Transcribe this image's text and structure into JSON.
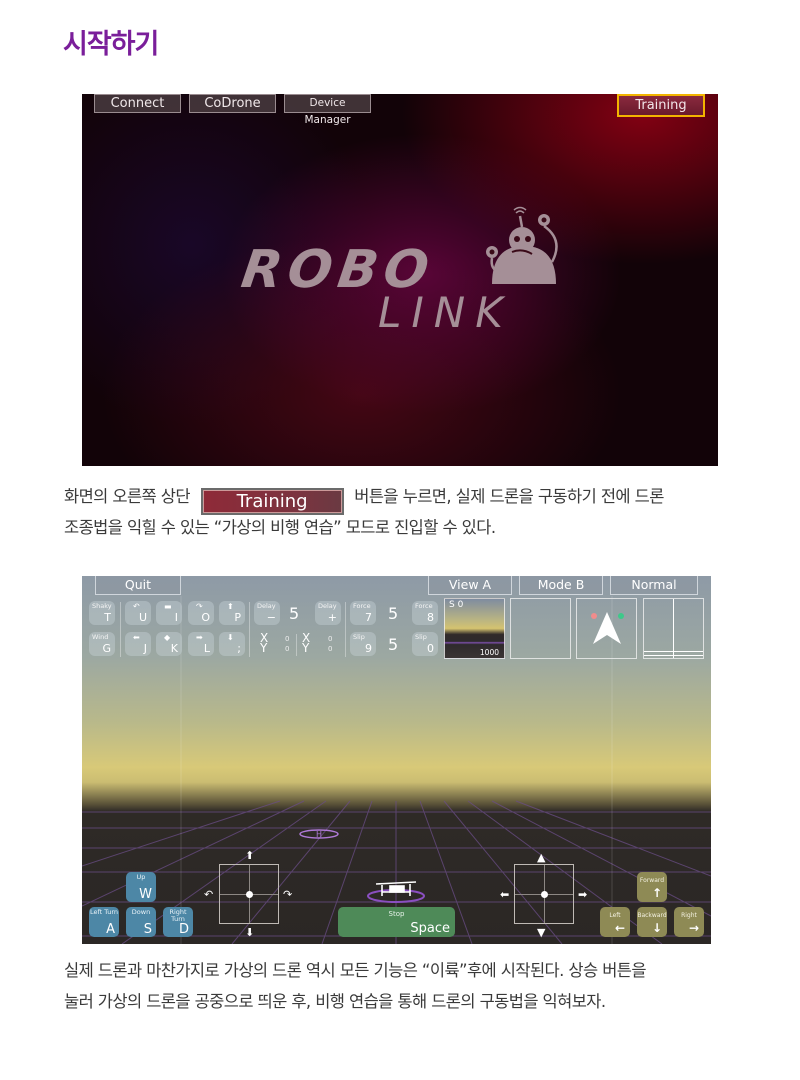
{
  "heading": "시작하기",
  "screen1": {
    "top_buttons": [
      "Connect",
      "CoDrone",
      "Device Manager"
    ],
    "training_button": "Training",
    "highlight_color": "#f2b400",
    "logo": {
      "line1": "ROBO",
      "line2": "LINK"
    }
  },
  "paragraph1": {
    "line1_before": "화면의 오른쪽 상단",
    "inline_button": "Training",
    "line1_after": "버튼을 누르면, 실제 드론을 구동하기 전에 드론",
    "line2": "조종법을 익힐 수 있는 “가상의 비행 연습”  모드로 진입할 수 있다."
  },
  "screen2": {
    "quit_label": "Quit",
    "tabs": [
      "View A",
      "Mode B",
      "Normal"
    ],
    "keys_row1": [
      {
        "label": "Shaky",
        "key": "T"
      },
      {
        "label": "",
        "key": "U",
        "icon": "turn-left-icon"
      },
      {
        "label": "",
        "key": "I",
        "icon": "flat-icon"
      },
      {
        "label": "",
        "key": "O",
        "icon": "turn-right-icon"
      },
      {
        "label": "",
        "key": "P",
        "icon": "up-arrow-icon"
      },
      {
        "label": "Delay",
        "key": "−"
      },
      {
        "label": "Delay",
        "key": "+"
      },
      {
        "label": "Force",
        "key": "7"
      },
      {
        "label": "Force",
        "key": "8"
      }
    ],
    "keys_row2": [
      {
        "label": "Wind",
        "key": "G"
      },
      {
        "label": "",
        "key": "J",
        "icon": "left-arrow-icon"
      },
      {
        "label": "",
        "key": "K",
        "icon": "flat-icon"
      },
      {
        "label": "",
        "key": "L",
        "icon": "right-arrow-icon"
      },
      {
        "label": "",
        "key": ";",
        "icon": "down-arrow-icon"
      },
      {
        "label": "Slip",
        "key": "9"
      },
      {
        "label": "Slip",
        "key": "0"
      }
    ],
    "delay_value": "5",
    "force_value": "5",
    "slip_value": "5",
    "xy_left": {
      "x_label": "X",
      "y_label": "Y",
      "x": "0",
      "y": "0"
    },
    "xy_right": {
      "x_label": "X",
      "y_label": "Y",
      "x": "0",
      "y": "0"
    },
    "camera_panel": {
      "title": "S 0",
      "value": "1000"
    },
    "left_keys": [
      {
        "label": "Up",
        "key": "W"
      },
      {
        "label": "Left Turn",
        "key": "A"
      },
      {
        "label": "Down",
        "key": "S"
      },
      {
        "label": "Right Turn",
        "key": "D"
      }
    ],
    "stop_button": {
      "label": "Stop",
      "key": "Space"
    },
    "right_keys": [
      {
        "label": "Forward",
        "key": "↑"
      },
      {
        "label": "Left",
        "key": "←"
      },
      {
        "label": "Backward",
        "key": "↓"
      },
      {
        "label": "Right",
        "key": "→"
      }
    ]
  },
  "paragraph2": {
    "line1": "실제 드론과 마찬가지로 가상의 드론 역시 모든 기능은 “이륙”후에 시작된다. 상승 버튼을",
    "line2": "눌러 가상의 드론을 공중으로 띄운 후, 비행 연습을 통해 드론의 구동법을 익혀보자."
  }
}
